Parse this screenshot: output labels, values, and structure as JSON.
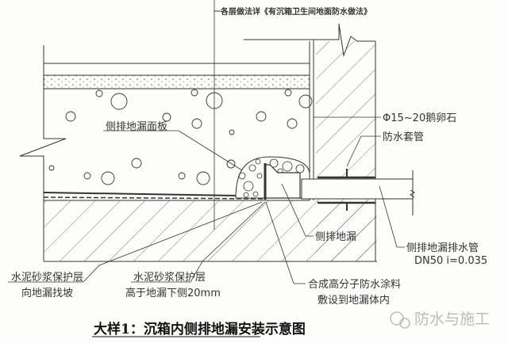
{
  "top_note": "各层做法详《有沉箱卫生间地面防水做法》",
  "labels": {
    "panel": "侧排地漏面板",
    "pebbles": "Φ15~20鹅卵石",
    "sleeve": "防水套管",
    "drain": "侧排地漏",
    "pipe": "侧排地漏排水管",
    "pipe_spec": "DN50 i=0.035",
    "mortar1_a": "水泥砂浆保护层",
    "mortar1_b": "向地漏找坡",
    "mortar2_a": "水泥砂浆保护层",
    "mortar2_b": "高于地漏下侧20mm",
    "coating_a": "合成高分子防水涂料",
    "coating_b": "敷设到地漏体内"
  },
  "title": "大样1：沉箱内侧排地漏安装示意图",
  "watermark": "防水与施工"
}
